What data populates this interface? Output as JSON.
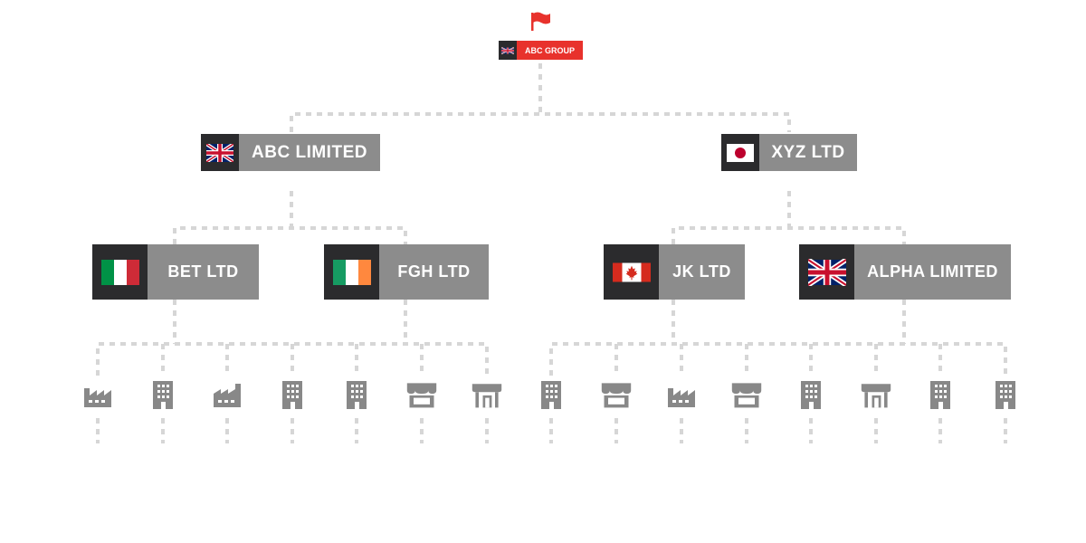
{
  "colors": {
    "accent": "#e8322c",
    "node_fill": "#8c8c8c",
    "flag_box": "#2b2b2d",
    "connector": "#d6d6d6",
    "facility_icon": "#888888"
  },
  "root": {
    "label": "ABC GROUP",
    "flag": "united-kingdom-flag-icon",
    "marker": "red-flag-icon"
  },
  "level1": [
    {
      "label": "ABC LIMITED",
      "flag": "united-kingdom-flag-icon"
    },
    {
      "label": "XYZ LTD",
      "flag": "japan-flag-icon"
    }
  ],
  "level2": [
    {
      "label": "BET LTD",
      "flag": "italy-flag-icon",
      "parent": "ABC LIMITED",
      "facilities": [
        "factory-icon",
        "office-building-icon",
        "factory-icon",
        "office-building-icon"
      ]
    },
    {
      "label": "FGH LTD",
      "flag": "ireland-flag-icon",
      "parent": "ABC LIMITED",
      "facilities": [
        "office-building-icon",
        "store-icon",
        "storefront-icon"
      ]
    },
    {
      "label": "JK LTD",
      "flag": "canada-flag-icon",
      "parent": "XYZ LTD",
      "facilities": [
        "office-building-icon",
        "store-icon",
        "factory-icon",
        "store-icon"
      ]
    },
    {
      "label": "ALPHA LIMITED",
      "flag": "united-kingdom-flag-icon",
      "parent": "XYZ LTD",
      "facilities": [
        "office-building-icon",
        "storefront-icon",
        "office-building-icon",
        "office-building-icon"
      ]
    }
  ]
}
